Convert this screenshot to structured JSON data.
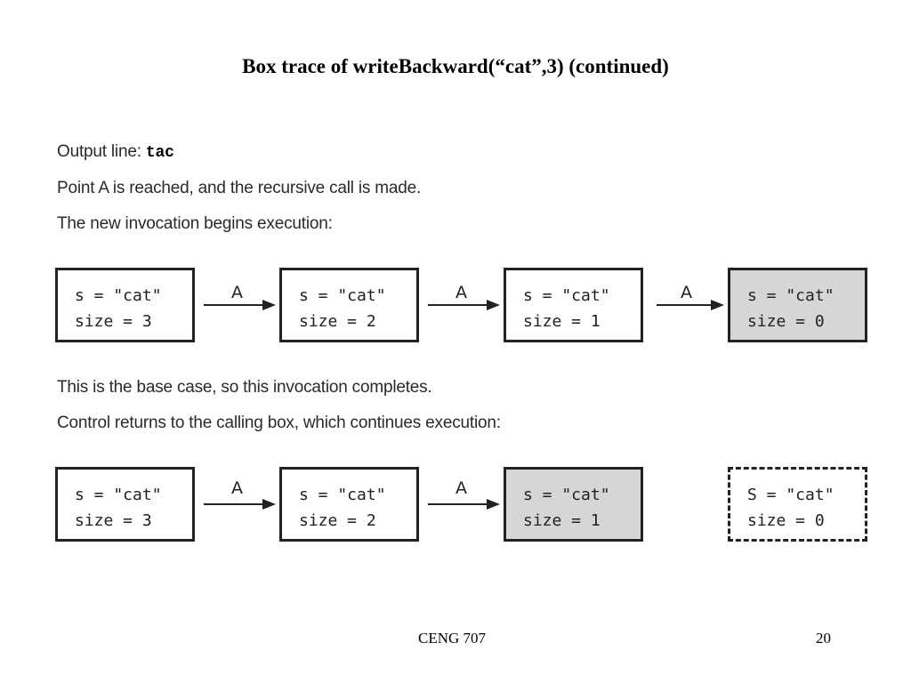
{
  "slide": {
    "title": "Box trace of writeBackward(“cat”,3) (continued)",
    "output_line_label": "Output line: ",
    "output_line_value": "tac",
    "text_point_a": "Point A is reached, and the recursive call is made.",
    "text_new_invocation": "The new invocation begins execution:",
    "text_base_case": "This is the base case, so this invocation completes.",
    "text_control_returns": "Control returns to the calling box, which continues execution:",
    "footer_course": "CENG 707",
    "page_number": "20"
  },
  "row1": {
    "boxes": [
      {
        "line1": "s = \"cat\"",
        "line2": "size = 3"
      },
      {
        "line1": "s = \"cat\"",
        "line2": "size = 2"
      },
      {
        "line1": "s = \"cat\"",
        "line2": "size = 1"
      },
      {
        "line1": "s = \"cat\"",
        "line2": "size = 0"
      }
    ],
    "arrow_labels": [
      "A",
      "A",
      "A"
    ]
  },
  "row2": {
    "boxes": [
      {
        "line1": "s = \"cat\"",
        "line2": "size = 3"
      },
      {
        "line1": "s = \"cat\"",
        "line2": "size = 2"
      },
      {
        "line1": "s = \"cat\"",
        "line2": "size = 1"
      },
      {
        "line1": "S = \"cat\"",
        "line2": "size = 0"
      }
    ],
    "arrow_labels": [
      "A",
      "A"
    ]
  }
}
